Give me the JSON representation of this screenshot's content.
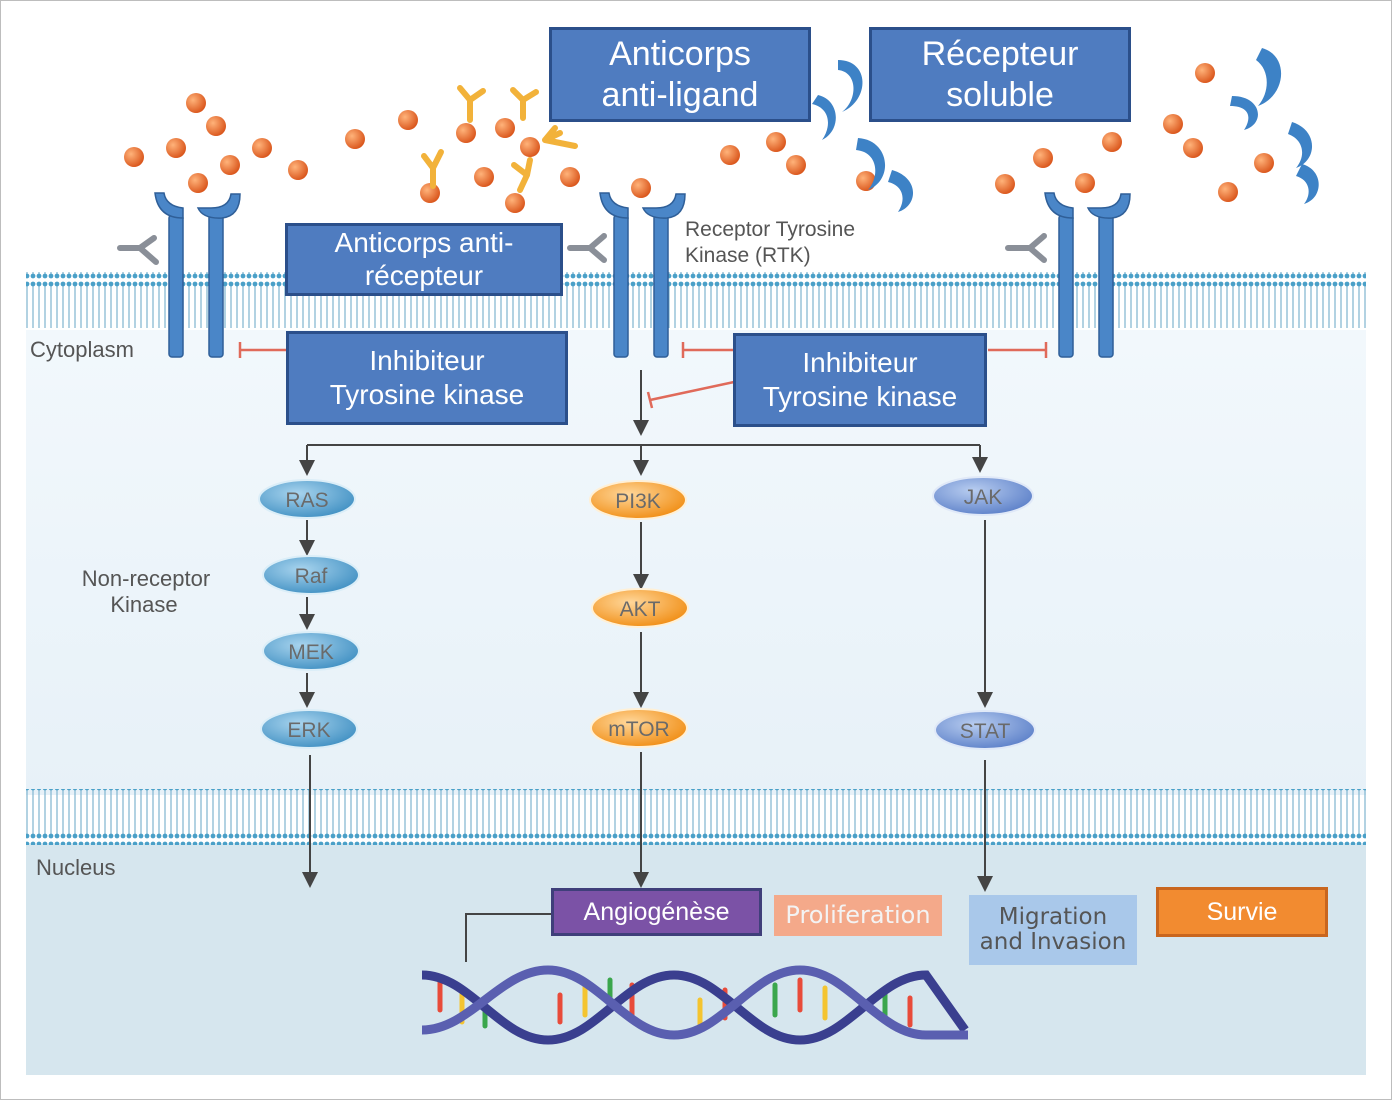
{
  "labels": {
    "rtk": [
      "Receptor Tyrosine",
      "Kinase (RTK)"
    ],
    "cytoplasm": "Cytoplasm",
    "non_receptor": [
      "Non-receptor",
      "Kinase"
    ],
    "nucleus": "Nucleus"
  },
  "boxes": {
    "anticorps_anti_ligand": [
      "Anticorps",
      "anti-ligand"
    ],
    "recepteur_soluble": [
      "Récepteur",
      "soluble"
    ],
    "anticorps_anti_recepteur": [
      "Anticorps anti-",
      "récepteur"
    ],
    "inhibiteur_left": [
      "Inhibiteur",
      "Tyrosine kinase"
    ],
    "inhibiteur_right": [
      "Inhibiteur",
      "Tyrosine kinase"
    ]
  },
  "pathways": {
    "mapk": [
      "RAS",
      "Raf",
      "MEK",
      "ERK"
    ],
    "pi3k": [
      "PI3K",
      "AKT",
      "mTOR"
    ],
    "jak": [
      "JAK",
      "STAT"
    ]
  },
  "outcomes": {
    "angiogenese": "Angiogénèse",
    "proliferation": "Proliferation",
    "migration": [
      "Migration",
      "and Invasion"
    ],
    "survie": "Survie"
  },
  "colors": {
    "blue_box": "#4f7cc0",
    "mapk_node": "#6aaed6",
    "pi3k_node": "#f5a623",
    "jak_node": "#7d9bd6",
    "angiogenese": "#7b52a6",
    "proliferation": "#f4a98a",
    "migration": "#a9c8ea",
    "survie": "#f28b30",
    "ligand": "#e8732a",
    "inhibition": "#e06a5a"
  }
}
